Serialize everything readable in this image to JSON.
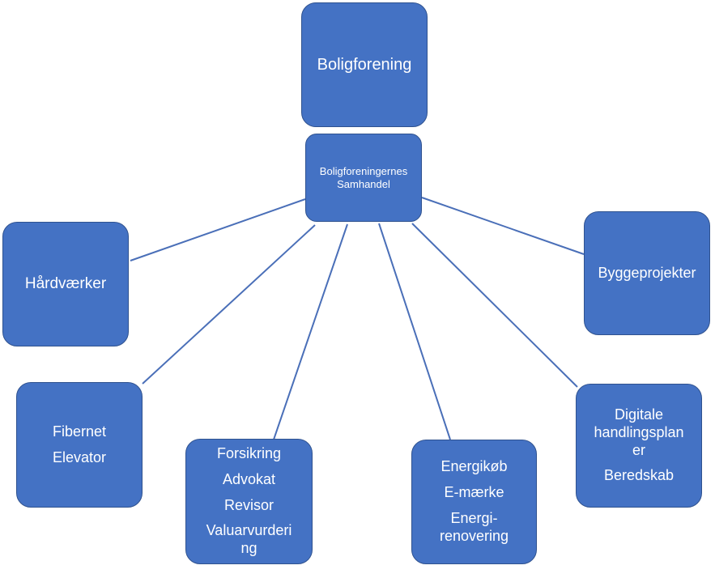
{
  "diagram": {
    "colors": {
      "node_fill": "#4472c4",
      "node_border": "#2f528f",
      "connector": "#4a6fb8",
      "text": "#ffffff"
    },
    "top_node": {
      "label": "Boligforening"
    },
    "center_node": {
      "lines": [
        "Boligforeningernes",
        "Samhandel"
      ]
    },
    "nodes": {
      "haandvaerker": {
        "lines": [
          "Hårdværker"
        ]
      },
      "byggeprojekter": {
        "lines": [
          "Byggeprojekter"
        ]
      },
      "fibernet": {
        "lines": [
          "Fibernet",
          "Elevator"
        ]
      },
      "forsikring": {
        "lines": [
          "Forsikring",
          "Advokat",
          "Revisor",
          "Valuarvurderi",
          "ng"
        ]
      },
      "energi": {
        "lines": [
          "Energikøb",
          "E-mærke",
          "Energi-",
          "renovering"
        ]
      },
      "digitale": {
        "lines": [
          "Digitale",
          "handlingsplan",
          "er",
          "Beredskab"
        ]
      }
    }
  }
}
